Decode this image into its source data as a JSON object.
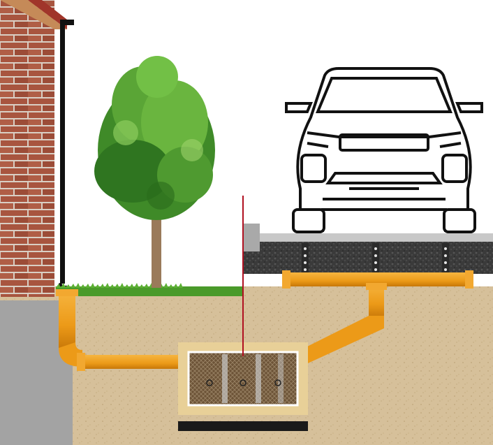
{
  "diagram": {
    "kind": "soakaway-drainage-cross-section",
    "components": [
      {
        "id": "house",
        "icon": "brick-house-wall-icon"
      },
      {
        "id": "downpipe",
        "icon": "rainwater-downpipe-icon"
      },
      {
        "id": "tree",
        "icon": "tree-icon"
      },
      {
        "id": "car",
        "icon": "car-front-icon"
      },
      {
        "id": "driveway",
        "icon": "permeable-driveway-icon"
      },
      {
        "id": "soakaway",
        "icon": "soakaway-crate-icon"
      },
      {
        "id": "pipes",
        "icon": "drain-pipe-icon"
      },
      {
        "id": "boundary",
        "icon": "boundary-marker-icon"
      }
    ],
    "colors": {
      "brick": "#a8553f",
      "mortar": "#d9cfc4",
      "pipe": "#f0a020",
      "pipe_dark": "#c87808",
      "soil": "#d6c09a",
      "gravel": "#3a3a3a",
      "grass": "#4a9a2a",
      "foliage": "#4f9a30",
      "trunk": "#9a7a5a",
      "concrete": "#a3a3a3",
      "boundary_line": "#b01020",
      "crate_frame": "#e8d098",
      "crate_fill": "#6d5438"
    }
  }
}
